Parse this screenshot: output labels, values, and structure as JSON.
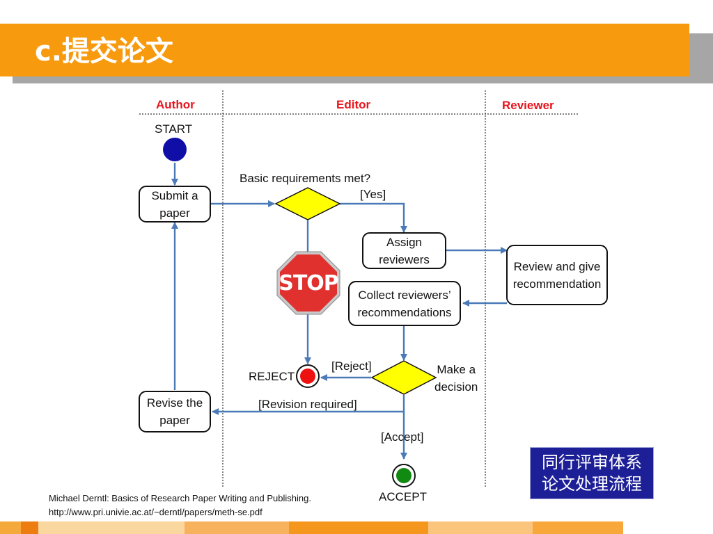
{
  "slide": {
    "title": "c.提交论文"
  },
  "lanes": {
    "author": "Author",
    "editor": "Editor",
    "reviewer": "Reviewer"
  },
  "nodes": {
    "start": "START",
    "submit": "Submit a\npaper",
    "requirements_question": "Basic requirements met?",
    "yes": "[Yes]",
    "assign": "Assign\nreviewers",
    "review": "Review and give\nrecommendation",
    "collect": "Collect reviewers’\nrecommendations",
    "stop_sign": "STOP",
    "reject_guard": "[Reject]",
    "reject": "REJECT",
    "make_decision": "Make a\ndecision",
    "revision_guard": "[Revision required]",
    "revise": "Revise the\npaper",
    "accept_guard": "[Accept]",
    "accept": "ACCEPT"
  },
  "citation": "Michael Derntl: Basics of Research Paper Writing and Publishing.\nhttp://www.pri.univie.ac.at/~derntl/papers/meth-se.pdf",
  "caption_box": "同行评审体系\n论文处理流程",
  "colors": {
    "title_bar": "#f79a0e",
    "lane_label": "#e8141c",
    "arrow": "#4a7ab8",
    "decision": "#ffff00",
    "start": "#0f0fa8",
    "reject": "#ee1111",
    "accept": "#118a11",
    "caption_box": "#1d1f97"
  }
}
